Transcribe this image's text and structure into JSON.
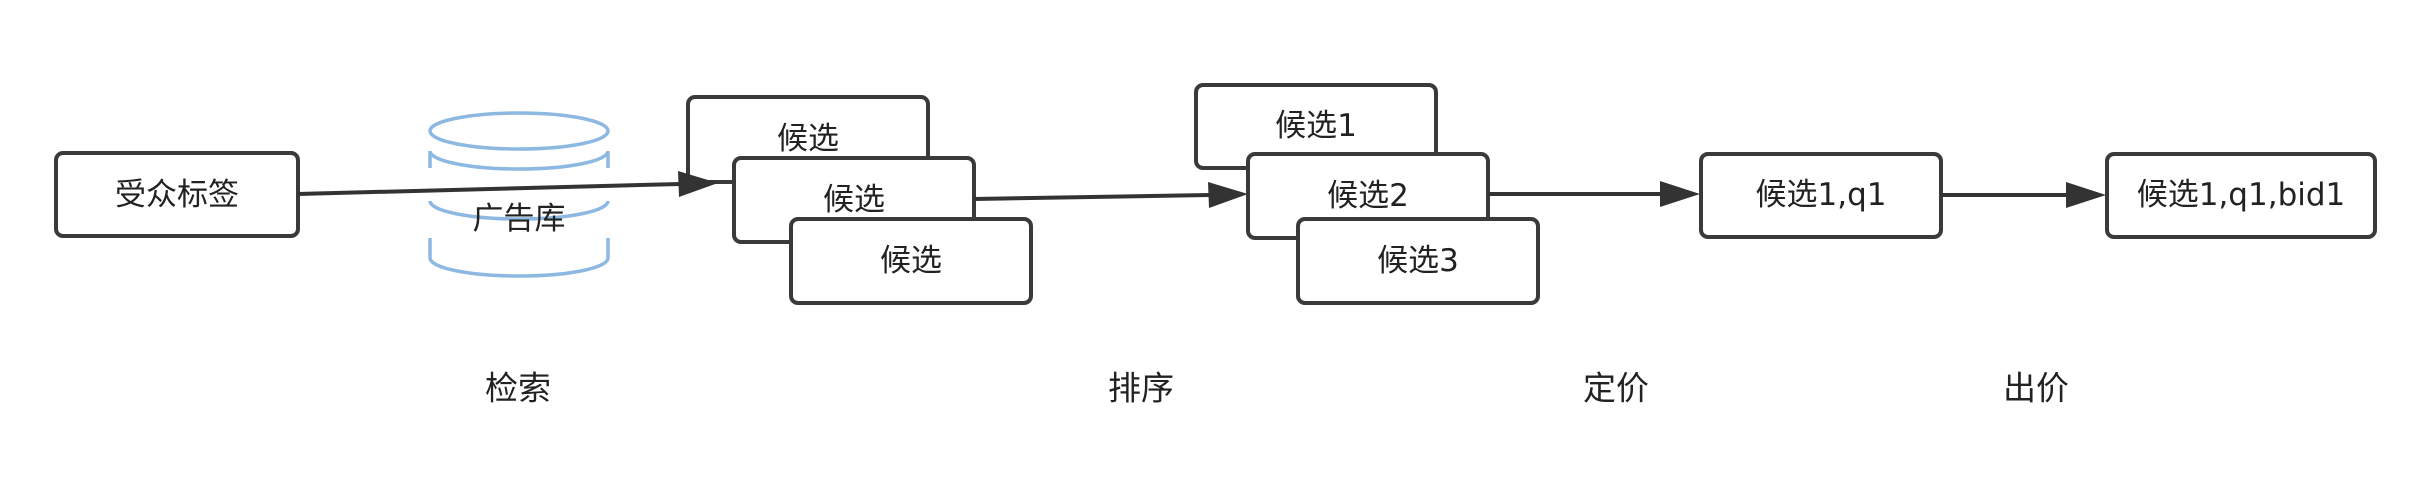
{
  "diagram": {
    "nodes": {
      "audience_tags": "受众标签",
      "ad_library": "广告库",
      "retrieved_back": "候选",
      "retrieved_mid": "候选",
      "retrieved_front": "候选",
      "ranked_1": "候选1",
      "ranked_2": "候选2",
      "ranked_3": "候选3",
      "priced": "候选1,q1",
      "bid": "候选1,q1,bid1"
    },
    "stages": {
      "retrieval": "检索",
      "ranking": "排序",
      "pricing": "定价",
      "bidding": "出价"
    },
    "colors": {
      "box_border": "#3a3a3a",
      "arrow": "#333333",
      "database_stroke": "#8cb8e2",
      "text": "#222222"
    }
  }
}
